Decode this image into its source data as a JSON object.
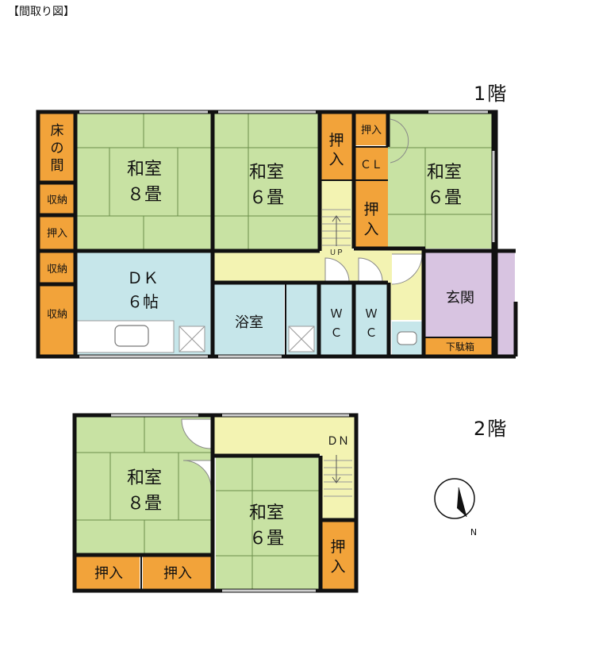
{
  "page_title": "【間取り図】",
  "floor1": {
    "label": "1階",
    "tokonoma": [
      "床",
      "の",
      "間"
    ],
    "shuno": "収納",
    "oshiire": "押入",
    "oshiire_v": [
      "押",
      "入"
    ],
    "cl": "ＣＬ",
    "washitsu": "和室",
    "room8": "８畳",
    "room6": "６畳",
    "dk_line1": "ＤＫ",
    "dk_line2": "６帖",
    "bath": "浴室",
    "wc": [
      "Ｗ",
      "Ｃ"
    ],
    "genkan": "玄関",
    "getabako": "下駄箱",
    "up": "ＵＰ"
  },
  "floor2": {
    "label": "2階",
    "washitsu": "和室",
    "room8": "８畳",
    "room6": "６畳",
    "oshiire": "押入",
    "oshiire_v": [
      "押",
      "入"
    ],
    "dn": "ＤＮ"
  },
  "compass": {
    "north": "N"
  },
  "colors": {
    "tatami": "#c8e2a3",
    "storage": "#f2a33a",
    "dk": "#c6e6ea",
    "corridor": "#f3f3b2",
    "entrance": "#d8c4e1",
    "wall": "#111111"
  }
}
